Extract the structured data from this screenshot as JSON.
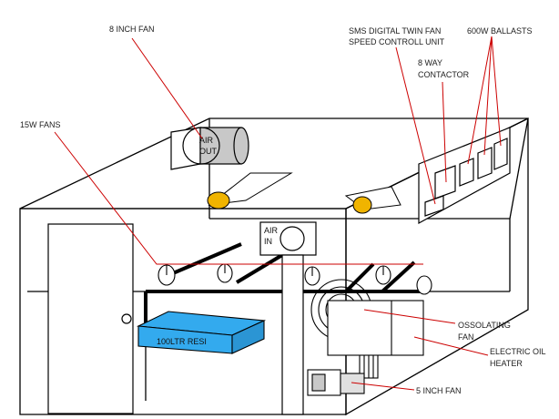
{
  "labels": {
    "fan_8inch": "8 INCH FAN",
    "fans_15w": "15W FANS",
    "sms_line1": "SMS DIGITAL TWIN FAN",
    "sms_line2": "SPEED CONTROLL UNIT",
    "ballasts": "600W BALLASTS",
    "contactor_line1": "8 WAY",
    "contactor_line2": "CONTACTOR",
    "air_out_line1": "AIR",
    "air_out_line2": "OUT",
    "air_in_line1": "AIR",
    "air_in_line2": "IN",
    "resi": "100LTR RESI",
    "oscillating_line1": "OSSOLATING",
    "oscillating_line2": "FAN",
    "heater_line1": "ELECTRIC OIL",
    "heater_line2": "HEATER",
    "fan_5inch": "5 INCH FAN"
  },
  "colors": {
    "outline": "#000000",
    "leader_line": "#cc0000",
    "reservoir": "#33aaee",
    "fan_blade": "#f0b400",
    "duct_fan": "#c8c8c8",
    "light_rail": "#000000"
  }
}
